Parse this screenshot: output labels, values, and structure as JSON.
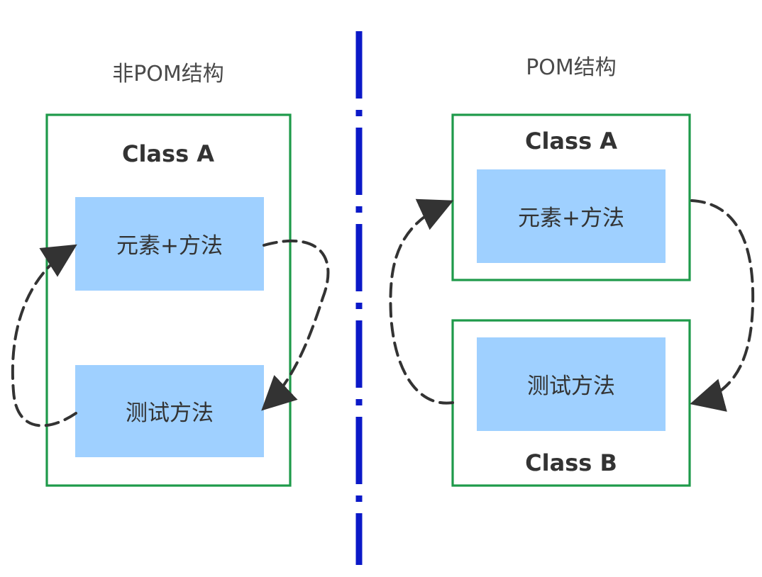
{
  "left_section": {
    "title": "非POM结构",
    "class_title": "Class A",
    "top_box_label": "元素+方法",
    "bottom_box_label": "测试方法"
  },
  "right_section": {
    "title": "POM结构",
    "class_a_title": "Class A",
    "class_a_box_label": "元素+方法",
    "class_b_title": "Class B",
    "class_b_box_label": "测试方法"
  },
  "colors": {
    "divider": "#0b19c8",
    "class_border": "#1e9a4a",
    "content_box": "#9fd0ff",
    "arrow": "#333333"
  }
}
